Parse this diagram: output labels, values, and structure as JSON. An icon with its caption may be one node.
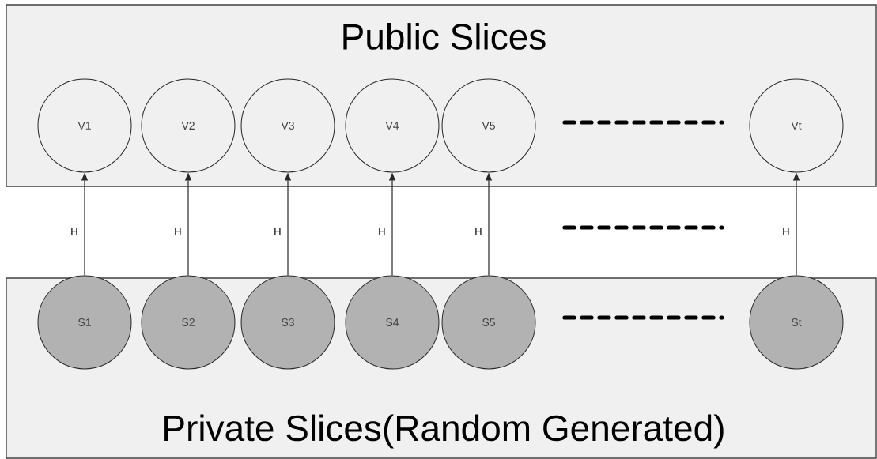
{
  "diagram": {
    "nodes": [
      {
        "text": [
          "Public Slices"
        ]
      },
      {
        "text": [
          "V1"
        ],
        "in": 0
      },
      {
        "text": [
          "V2"
        ],
        "in": 0
      },
      {
        "text": [
          "V3"
        ],
        "in": 0
      },
      {
        "text": [
          "V4"
        ],
        "in": 0
      },
      {
        "text": [
          "V5"
        ],
        "in": 0
      },
      {
        "text": [
          "Vt"
        ],
        "in": 0
      },
      {
        "text": [
          "Private Slices(Random Generated)"
        ]
      },
      {
        "text": [
          "S1"
        ],
        "in": 7
      },
      {
        "text": [
          "S2"
        ],
        "in": 7
      },
      {
        "text": [
          "S3"
        ],
        "in": 7
      },
      {
        "text": [
          "S4"
        ],
        "in": 7
      },
      {
        "text": [
          "S5"
        ],
        "in": 7
      },
      {
        "text": [
          "St"
        ],
        "in": 7
      }
    ],
    "edges": [
      {
        "from": 8,
        "to": 1,
        "arrow": "to",
        "label": "H"
      },
      {
        "from": 9,
        "to": 2,
        "arrow": "to",
        "label": "H"
      },
      {
        "from": 10,
        "to": 3,
        "arrow": "to",
        "label": "H"
      },
      {
        "from": 11,
        "to": 4,
        "arrow": "to",
        "label": "H"
      },
      {
        "from": 12,
        "to": 5,
        "arrow": "to",
        "label": "H"
      },
      {
        "from": 13,
        "to": 6,
        "arrow": "to",
        "label": "H"
      }
    ]
  }
}
